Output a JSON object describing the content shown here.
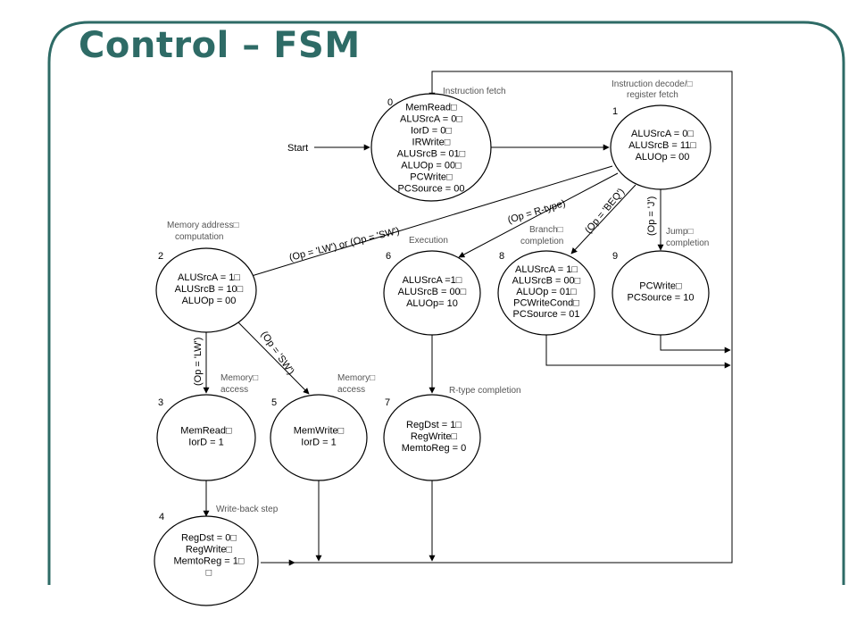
{
  "title": "Control – FSM",
  "colors": {
    "title": "#2e6b66",
    "frame": "#2e6b66"
  },
  "start_label": "Start",
  "states": [
    {
      "id": 0,
      "number": "0",
      "group": "Instruction fetch",
      "group_lines": [
        "Instruction fetch"
      ],
      "actions": [
        "MemRead□",
        "ALUSrcA = 0□",
        "IorD = 0□",
        "IRWrite□",
        "ALUSrcB = 01□",
        "ALUOp = 00□",
        "PCWrite□",
        "PCSource = 00"
      ]
    },
    {
      "id": 1,
      "number": "1",
      "group": "Instruction decode/ register fetch",
      "group_lines": [
        "Instruction decode/□",
        "register fetch"
      ],
      "actions": [
        "ALUSrcA = 0□",
        "ALUSrcB = 11□",
        "ALUOp = 00"
      ]
    },
    {
      "id": 2,
      "number": "2",
      "group": "Memory address computation",
      "group_lines": [
        "Memory address□",
        "computation"
      ],
      "actions": [
        "ALUSrcA = 1□",
        "ALUSrcB = 10□",
        "ALUOp = 00"
      ]
    },
    {
      "id": 6,
      "number": "6",
      "group": "Execution",
      "group_lines": [
        "Execution"
      ],
      "actions": [
        "ALUSrcA =1□",
        "ALUSrcB = 00□",
        "ALUOp= 10"
      ]
    },
    {
      "id": 8,
      "number": "8",
      "group": "Branch completion",
      "group_lines": [
        "Branch□",
        "completion"
      ],
      "actions": [
        "ALUSrcA = 1□",
        "ALUSrcB = 00□",
        "ALUOp = 01□",
        "PCWriteCond□",
        "PCSource = 01"
      ]
    },
    {
      "id": 9,
      "number": "9",
      "group": "Jump completion",
      "group_lines": [
        "Jump□",
        "completion"
      ],
      "actions": [
        "PCWrite□",
        "PCSource = 10"
      ]
    },
    {
      "id": 3,
      "number": "3",
      "group": "Memory access",
      "group_lines": [
        "Memory□",
        "access"
      ],
      "actions": [
        "MemRead□",
        "IorD = 1"
      ]
    },
    {
      "id": 5,
      "number": "5",
      "group": "Memory access",
      "group_lines": [
        "Memory□",
        "access"
      ],
      "actions": [
        "MemWrite□",
        "IorD = 1"
      ]
    },
    {
      "id": 7,
      "number": "7",
      "group": "R-type completion",
      "group_lines": [
        "R-type completion"
      ],
      "actions": [
        "RegDst = 1□",
        "RegWrite□",
        "MemtoReg = 0"
      ]
    },
    {
      "id": 4,
      "number": "4",
      "group": "Write-back step",
      "group_lines": [
        "Write-back step"
      ],
      "actions": [
        "RegDst = 0□",
        "RegWrite□",
        "MemtoReg = 1□",
        "□"
      ]
    }
  ],
  "transitions": [
    {
      "from": 1,
      "to": 2,
      "condition": "(Op = 'LW') or (Op = 'SW')"
    },
    {
      "from": 1,
      "to": 6,
      "condition": "(Op = R-type)"
    },
    {
      "from": 1,
      "to": 8,
      "condition": "(Op = 'BEQ')"
    },
    {
      "from": 1,
      "to": 9,
      "condition": "(Op = 'J')"
    },
    {
      "from": 2,
      "to": 3,
      "condition": "(Op = 'LW')"
    },
    {
      "from": 2,
      "to": 5,
      "condition": "(Op = 'SW')"
    }
  ]
}
